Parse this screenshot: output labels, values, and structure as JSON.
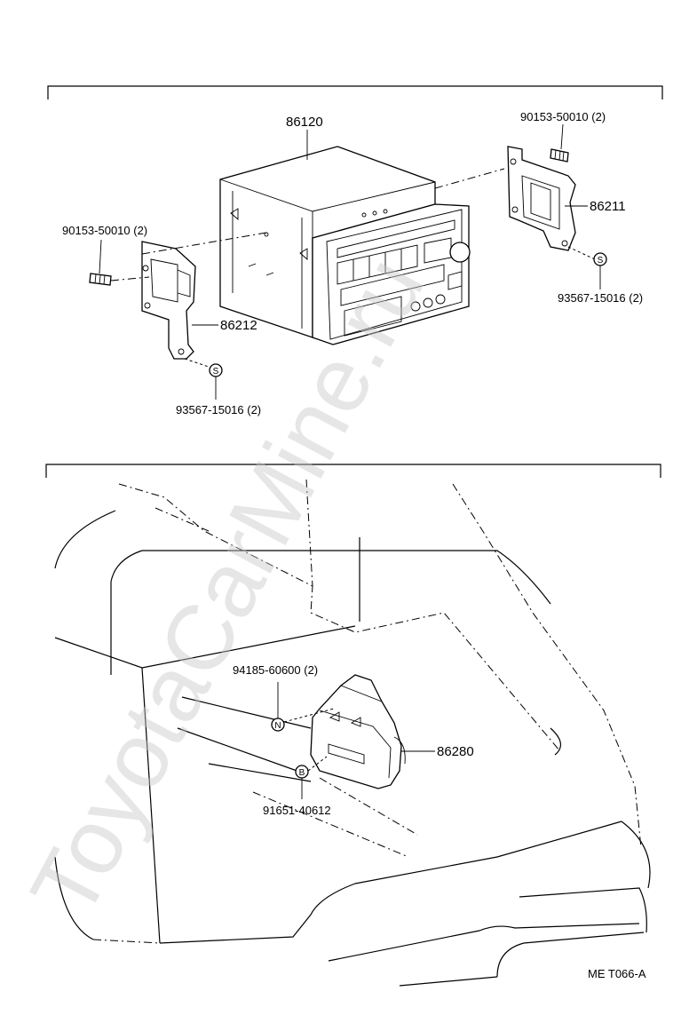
{
  "watermark": "ToyotaCarMine.ru",
  "upper_section": {
    "labels": {
      "radio_unit": "86120",
      "bolt_right": "90153-50010 (2)",
      "bracket_right": "86211",
      "screw_right": "93567-15016 (2)",
      "bolt_left": "90153-50010 (2)",
      "bracket_left": "86212",
      "screw_left": "93567-15016 (2)"
    },
    "symbols": {
      "screw": "S"
    }
  },
  "lower_section": {
    "labels": {
      "nut": "94185-60600 (2)",
      "amplifier": "86280",
      "bolt": "91651-40612"
    },
    "symbols": {
      "nut": "N",
      "bolt": "B"
    }
  },
  "figure_code": "ME T066-A"
}
